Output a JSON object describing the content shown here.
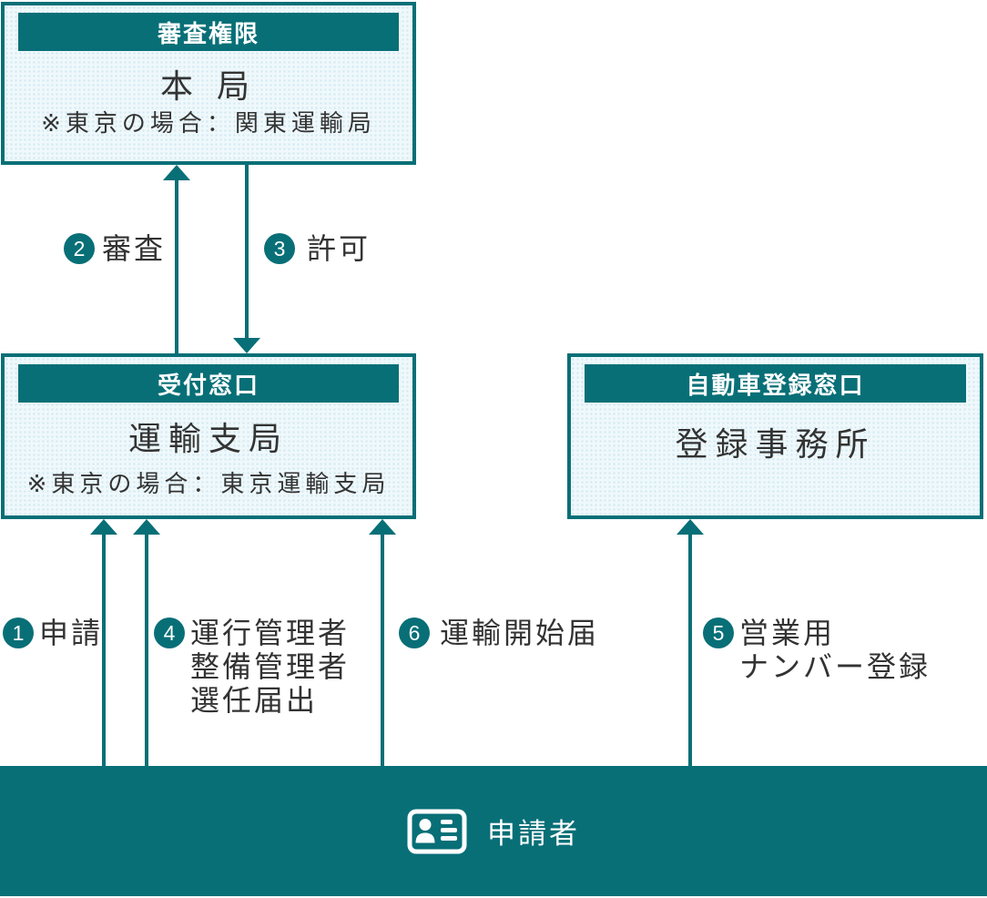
{
  "colors": {
    "teal": "#086f77",
    "box_fill": "#eff8fb",
    "box_dot": "#cfe8f2",
    "text": "#333333",
    "white": "#ffffff"
  },
  "boxes": {
    "examination": {
      "header": "審査権限",
      "title": "本 局",
      "note": "※東京の場合：関東運輸局"
    },
    "reception": {
      "header": "受付窓口",
      "title": "運輸支局",
      "note": "※東京の場合：東京運輸支局"
    },
    "registration": {
      "header": "自動車登録窓口",
      "title": "登録事務所"
    }
  },
  "steps": {
    "s1": {
      "number": "1",
      "label": "申請"
    },
    "s2": {
      "number": "2",
      "label": "審査"
    },
    "s3": {
      "number": "3",
      "label": "許可"
    },
    "s4": {
      "number": "4",
      "lines": [
        "運行管理者",
        "整備管理者",
        "選任届出"
      ]
    },
    "s5": {
      "number": "5",
      "lines": [
        "営業用",
        "ナンバー登録"
      ]
    },
    "s6": {
      "number": "6",
      "label": "運輸開始届"
    }
  },
  "applicant": {
    "label": "申請者",
    "icon": "id-card-icon"
  }
}
